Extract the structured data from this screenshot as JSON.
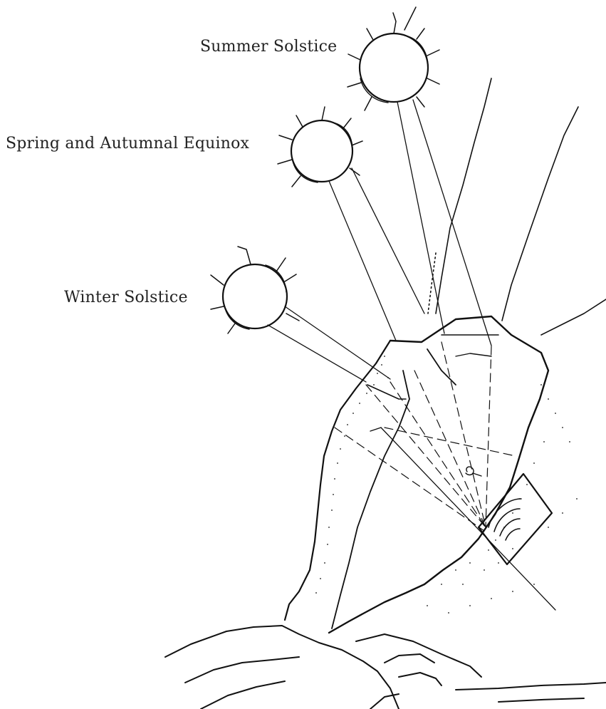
{
  "labels": {
    "summer": "Summer Solstice",
    "equinox": "Spring and Autumnal Equinox",
    "winter": "Winter Solstice"
  },
  "colors": {
    "ink": "#111111",
    "background": "#ffffff"
  }
}
